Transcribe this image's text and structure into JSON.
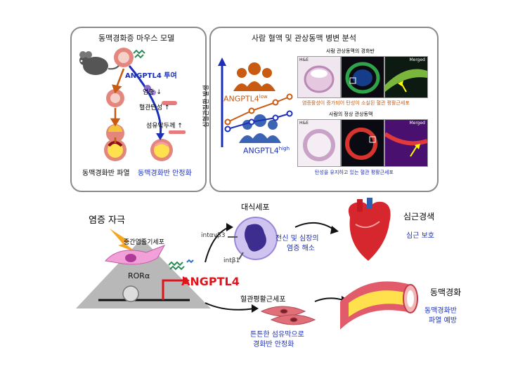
{
  "left_panel": {
    "title": "동맥경화증 마우스 모델",
    "treatment_label": "ANGPTL4 투여",
    "effect_inflammation": "염증 ↓",
    "effect_elasticity": "혈관탄성 ↑",
    "effect_fibrous_cap": "섬유막두께 ↑",
    "outcome_rupture": "동맥경화반 파열",
    "outcome_stable": "동맥경화반 안정화"
  },
  "right_panel": {
    "title": "사람 혈액 및 관상동맥 병변 분석",
    "y_axis_label": "심혈관질환 발생",
    "group_low_base": "ANGPTL4",
    "group_low_sup": "low",
    "group_high_base": "ANGPTL4",
    "group_high_sup": "high",
    "top_row_caption": "사람 관상동맥의 경화반",
    "top_row_tag_he": "H&E",
    "top_row_tag_merged": "Merged",
    "top_row_note": "염증활성이 증가되어 탄성이 소실된 혈관 평활근세포",
    "bottom_row_caption": "사람의 정상 관상동맥",
    "bottom_row_tag_he": "H&E",
    "bottom_row_tag_merged": "Merged",
    "bottom_row_note": "탄성을 유지하고 있는 혈관 평활근세포"
  },
  "mechanism": {
    "stimulus": "염증 자극",
    "mesenchymal_cell": "중간엽줄기세포",
    "receptor": "RORα",
    "protein": "ANGPTL4",
    "macrophage": "대식세포",
    "integrin_1": "intαvβ3",
    "integrin_2": "intβ1",
    "macrophage_effect_line1": "전신 및 심장의",
    "macrophage_effect_line2": "염증 해소",
    "heart_title": "심근경색",
    "heart_effect": "심근 보호",
    "smc": "혈관평활근세포",
    "smc_effect_line1": "튼튼한 섬유막으로",
    "smc_effect_line2": "경화반 안정화",
    "artery_title": "동맥경화",
    "artery_effect_line1": "동맥경화반",
    "artery_effect_line2": "파열 예방"
  },
  "colors": {
    "orange": "#c85a12",
    "blue": "#1b2fb8",
    "red": "#e0121a",
    "panel_border": "#8a8a8a",
    "triangle": "#b8b8b8"
  }
}
